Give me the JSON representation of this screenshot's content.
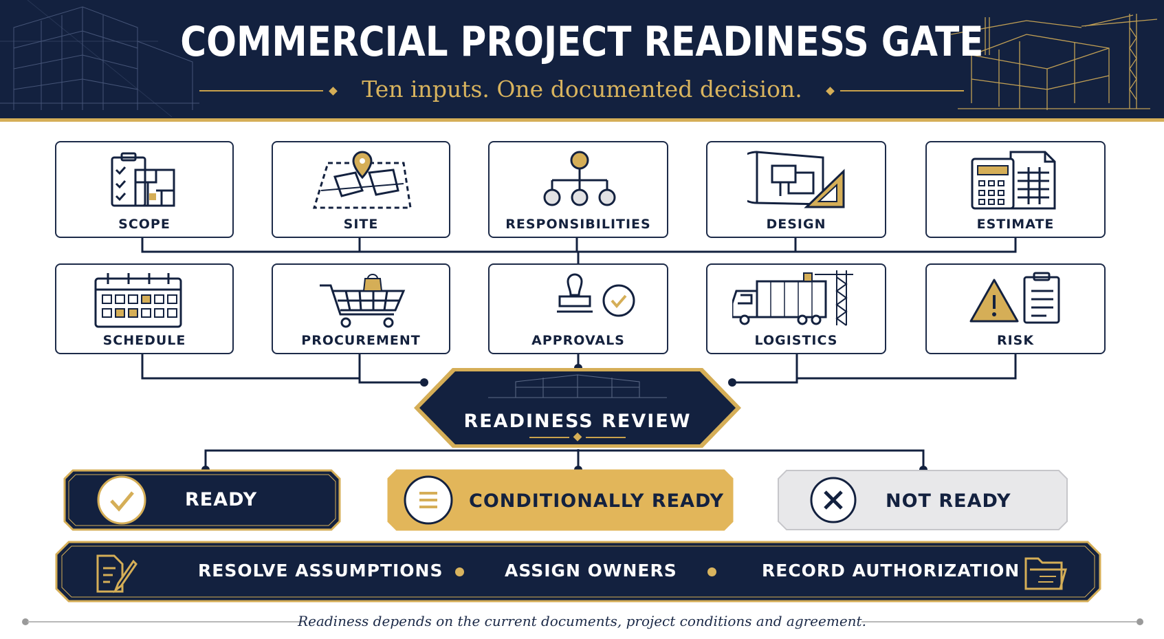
{
  "header": {
    "title": "COMMERCIAL PROJECT READINESS GATE",
    "subtitle": "Ten inputs. One documented decision."
  },
  "inputs": [
    {
      "label": "SCOPE",
      "icon": "clipboard-checklist-icon"
    },
    {
      "label": "SITE",
      "icon": "site-map-pin-icon"
    },
    {
      "label": "RESPONSIBILITIES",
      "icon": "org-chart-icon"
    },
    {
      "label": "DESIGN",
      "icon": "blueprint-triangle-icon"
    },
    {
      "label": "ESTIMATE",
      "icon": "calculator-spreadsheet-icon"
    },
    {
      "label": "SCHEDULE",
      "icon": "calendar-icon"
    },
    {
      "label": "PROCUREMENT",
      "icon": "shopping-cart-icon"
    },
    {
      "label": "APPROVALS",
      "icon": "stamp-check-icon"
    },
    {
      "label": "LOGISTICS",
      "icon": "truck-crane-icon"
    },
    {
      "label": "RISK",
      "icon": "warning-clipboard-icon"
    }
  ],
  "review": {
    "label": "READINESS REVIEW"
  },
  "outcomes": [
    {
      "label": "READY",
      "icon": "check-icon"
    },
    {
      "label": "CONDITIONALLY READY",
      "icon": "list-lines-icon"
    },
    {
      "label": "NOT READY",
      "icon": "x-icon"
    }
  ],
  "actions": [
    {
      "label": "RESOLVE ASSUMPTIONS"
    },
    {
      "label": "ASSIGN OWNERS"
    },
    {
      "label": "RECORD AUTHORIZATION"
    }
  ],
  "footnote": "Readiness depends on the current documents, project conditions and agreement.",
  "colors": {
    "navy": "#13213f",
    "gold": "#d5ae57",
    "gray": "#e8e8ea",
    "white": "#ffffff"
  }
}
